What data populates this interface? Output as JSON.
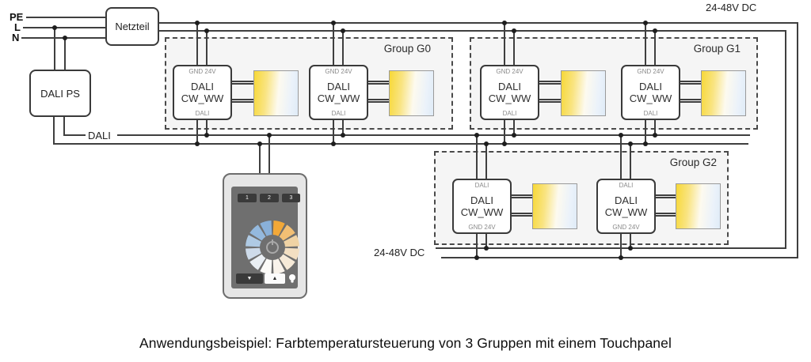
{
  "diagram": {
    "power_inputs": {
      "pe": "PE",
      "l": "L",
      "n": "N"
    },
    "netzteil_label": "Netzteil",
    "dali_ps_label": "DALI PS",
    "dali_bus_label": "DALI",
    "dc_label_top": "24-48V DC",
    "dc_label_bottom": "24-48V DC",
    "groups": [
      {
        "label": "Group G0"
      },
      {
        "label": "Group G1"
      },
      {
        "label": "Group G2"
      }
    ],
    "controller": {
      "line1": "DALI",
      "line2": "CW_WW",
      "port_24v": "GND 24V",
      "port_dali": "DALI"
    },
    "colors": {
      "wire": "#3f3f3f",
      "led_gradient": [
        "#F7D837",
        "#F9E482",
        "#FDFAEF",
        "#EBF2FA",
        "#DFEBF7"
      ]
    }
  },
  "touchpanel": {
    "scene_buttons": [
      "1",
      "2",
      "3"
    ],
    "down_icon": "▼",
    "up_icon": "▲",
    "ring_colors": [
      "#F2A838",
      "#F2BF74",
      "#F0D3A4",
      "#F3DFC2",
      "#F6EAD8",
      "#F9F3EB",
      "#FCFBF8",
      "#EAEFF4",
      "#CEDBEA",
      "#AFCAE4",
      "#94B9DE",
      "#89B0D9"
    ],
    "power_icon_color": "#a9a9a9"
  },
  "caption": "Anwendungsbeispiel: Farbtemperatursteuerung von 3 Gruppen mit einem Touchpanel"
}
